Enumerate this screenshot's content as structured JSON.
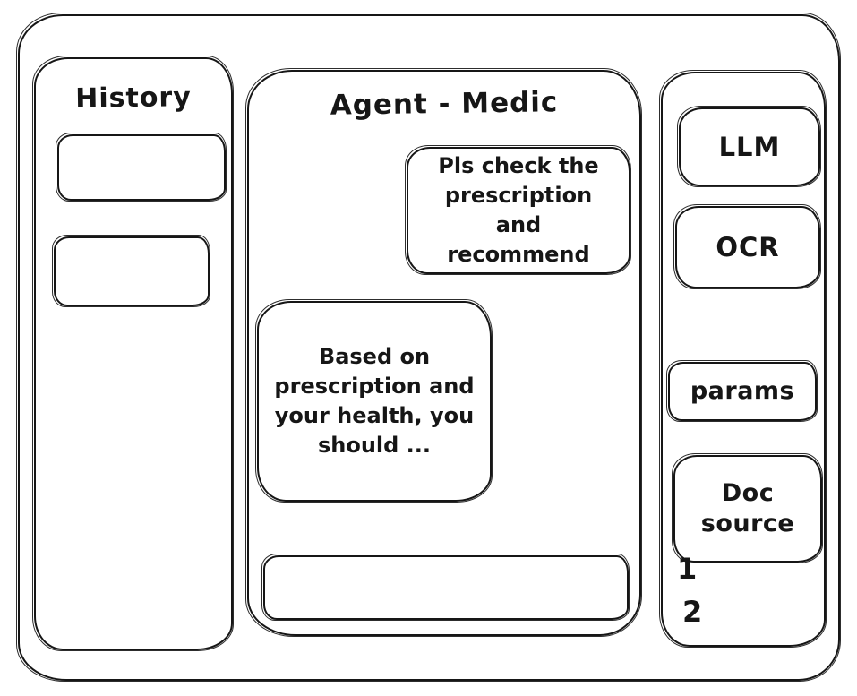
{
  "canvas": {
    "background": "#ffffff",
    "ink_color": "#161616"
  },
  "history_panel": {
    "title": "History",
    "items": [
      "",
      ""
    ]
  },
  "chat_panel": {
    "title": "Agent - Medic",
    "messages": [
      {
        "role": "user",
        "text": "Pls check the prescription and recommend"
      },
      {
        "role": "agent",
        "text": "Based on prescription and your health, you should ..."
      }
    ],
    "input": {
      "value": "",
      "placeholder": ""
    }
  },
  "tools_panel": {
    "buttons": [
      {
        "id": "llm",
        "label": "LLM"
      },
      {
        "id": "ocr",
        "label": "OCR"
      },
      {
        "id": "params",
        "label": "params"
      },
      {
        "id": "doc-source",
        "label": "Doc source"
      }
    ],
    "doc_source_list": [
      "1",
      "2"
    ]
  }
}
